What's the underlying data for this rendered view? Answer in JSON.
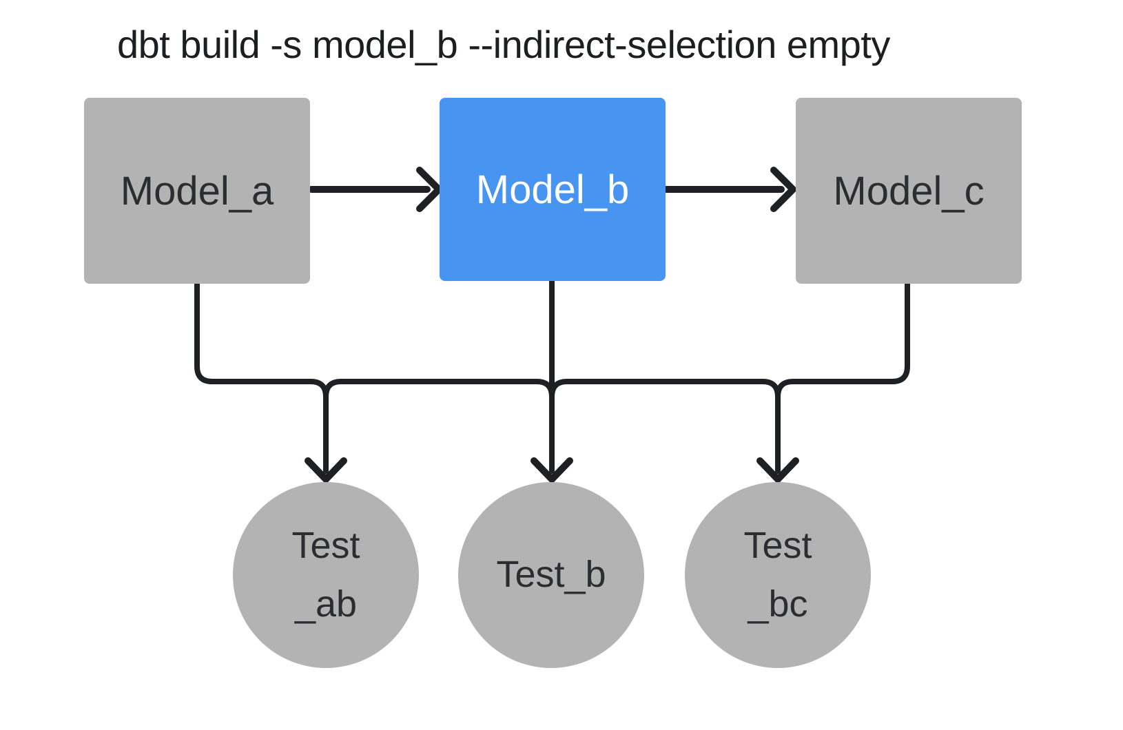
{
  "title": "dbt build -s model_b --indirect-selection empty",
  "colors": {
    "background": "#ffffff",
    "title_text": "#1c1e21",
    "edge": "#1e2023",
    "node_gray": "#b3b3b3",
    "node_text": "#2b2d30",
    "selected": "#4794f1",
    "selected_text": "#ffffff"
  },
  "models": [
    {
      "id": "model_a",
      "label": "Model_a",
      "selected": false
    },
    {
      "id": "model_b",
      "label": "Model_b",
      "selected": true
    },
    {
      "id": "model_c",
      "label": "Model_c",
      "selected": false
    }
  ],
  "tests": [
    {
      "id": "test_ab",
      "lines": [
        "Test",
        "_ab"
      ]
    },
    {
      "id": "test_b",
      "lines": [
        "Test_b"
      ]
    },
    {
      "id": "test_bc",
      "lines": [
        "Test",
        "_bc"
      ]
    }
  ],
  "edges": [
    {
      "from": "Model_a",
      "to": "Model_b"
    },
    {
      "from": "Model_b",
      "to": "Model_c"
    },
    {
      "from": "Model_a",
      "to": "Test_ab"
    },
    {
      "from": "Model_b",
      "to": "Test_ab"
    },
    {
      "from": "Model_b",
      "to": "Test_b"
    },
    {
      "from": "Model_b",
      "to": "Test_bc"
    },
    {
      "from": "Model_c",
      "to": "Test_bc"
    }
  ]
}
